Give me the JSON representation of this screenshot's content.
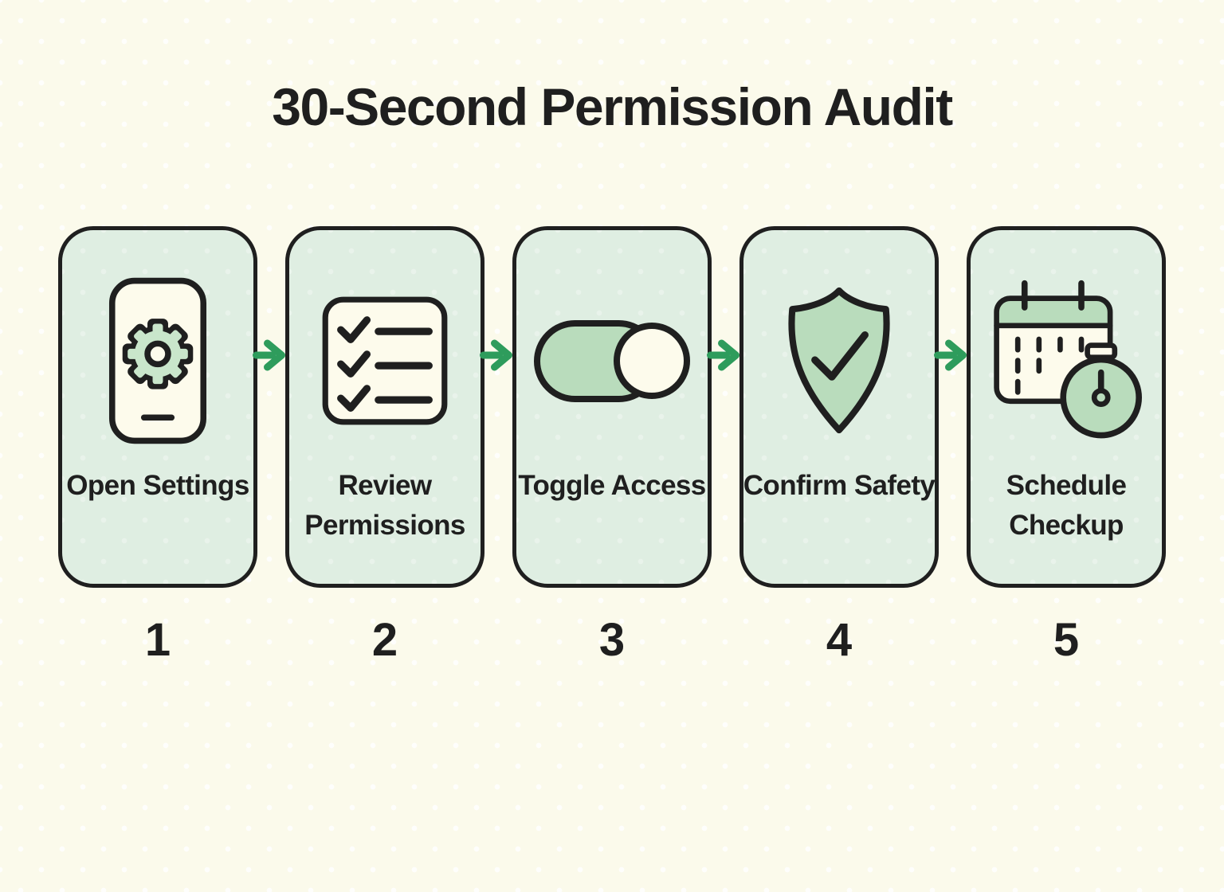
{
  "title": "30-Second Permission Audit",
  "steps": [
    {
      "label": "Open Settings",
      "number": "1",
      "icon": "phone-settings-icon"
    },
    {
      "label": "Review Permissions",
      "number": "2",
      "icon": "checklist-icon"
    },
    {
      "label": "Toggle Access",
      "number": "3",
      "icon": "toggle-on-icon"
    },
    {
      "label": "Confirm Safety",
      "number": "4",
      "icon": "shield-check-icon"
    },
    {
      "label": "Schedule Checkup",
      "number": "5",
      "icon": "calendar-stopwatch-icon"
    }
  ],
  "colors": {
    "background": "#fbfaeb",
    "card_fill": "#dfeee2",
    "icon_cream": "#fdfbec",
    "accent_green_mid": "#b9dcbc",
    "accent_green_soft": "#c9e6cb",
    "outline_ink": "#1f1f1f",
    "arrow_green": "#2e9c5c"
  }
}
